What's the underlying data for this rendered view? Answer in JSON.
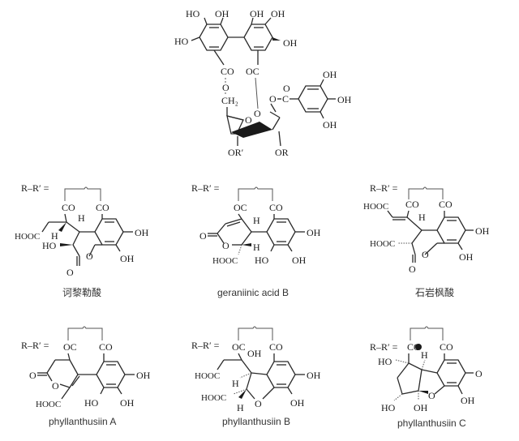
{
  "figure": {
    "core": {
      "name": "ellagitannin-core-structure",
      "labels": {
        "ho_top_left": "HO",
        "oh_top_1": "OH",
        "oh_top_2": "OH",
        "oh_top_3": "OH",
        "ho_left": "HO",
        "oh_right": "OH",
        "co_left": "CO",
        "oc_right": "OC",
        "o_link": "O",
        "ch2": "CH₂",
        "o_ring": "O",
        "o_ester": "O",
        "c_ester": "C",
        "o_carbonyl": "O",
        "or_prime": "OR′",
        "or": "OR",
        "galloyl_oh_1": "OH",
        "galloyl_oh_2": "OH",
        "galloyl_oh_3": "OH"
      }
    },
    "rr_label": "R–R′ =",
    "compounds": [
      {
        "caption": "诃黎勒酸",
        "labels": {
          "co_a": "CO",
          "co_b": "CO",
          "h_top": "H",
          "hooc": "HOOC",
          "h_mid": "H",
          "ho": "HO",
          "oh_1": "OH",
          "oh_2": "OH",
          "o_ring": "O",
          "o_carbonyl": "O"
        }
      },
      {
        "caption": "geraniinic acid B",
        "labels": {
          "oc": "OC",
          "co": "CO",
          "h_top": "H",
          "o_carbonyl": "O",
          "o_ring": "O",
          "h_bot": "H",
          "hooc": "HOOC",
          "ho": "HO",
          "oh_1": "OH",
          "oh_2": "OH"
        }
      },
      {
        "caption": "石岩枫酸",
        "labels": {
          "hooc_1": "HOOC",
          "co_a": "CO",
          "co_b": "CO",
          "h_top": "H",
          "oh_1": "OH",
          "hooc_2": "HOOC",
          "o_ring": "O",
          "oh_2": "OH",
          "o_carbonyl": "O"
        }
      },
      {
        "caption": "phyllanthusiin A",
        "labels": {
          "oc": "OC",
          "co": "CO",
          "o_carbonyl": "O",
          "o_ring": "O",
          "hooc": "HOOC",
          "ho": "HO",
          "oh_1": "OH",
          "oh_2": "OH"
        }
      },
      {
        "caption": "phyllanthusiin B",
        "labels": {
          "oc": "OC",
          "oh_top": "OH",
          "co": "CO",
          "hooc_1": "HOOC",
          "h_1": "H",
          "oh_1": "OH",
          "hooc_2": "HOOC",
          "o_ring": "O",
          "h_2": "H",
          "oh_2": "OH"
        }
      },
      {
        "caption": "phyllanthusiin C",
        "labels": {
          "co_a": "CO",
          "co_b": "CO",
          "h_top": "H",
          "ho_1": "HO",
          "o_1": "O",
          "o_ring": "O",
          "ho_2": "HO",
          "oh_1": "OH",
          "oh_2": "OH"
        }
      }
    ]
  }
}
